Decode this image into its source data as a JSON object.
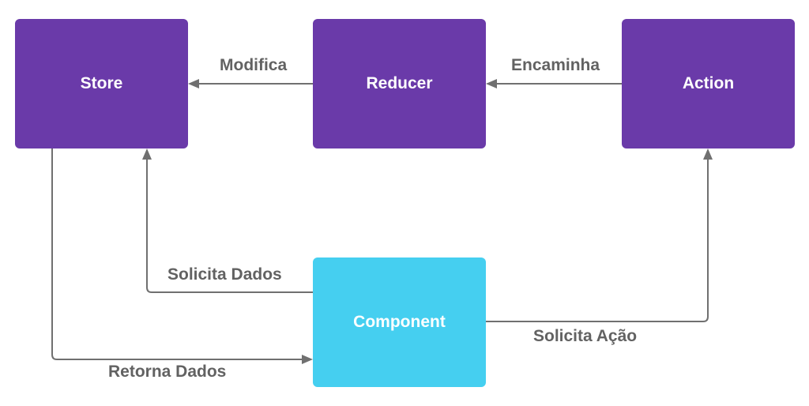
{
  "nodes": {
    "store": "Store",
    "reducer": "Reducer",
    "action": "Action",
    "component": "Component"
  },
  "edges": {
    "reducer_to_store": "Modifica",
    "action_to_reducer": "Encaminha",
    "component_to_store": "Solicita Dados",
    "component_to_action": "Solicita Ação",
    "store_to_component": "Retorna Dados"
  },
  "colors": {
    "node_primary": "#6a3aa9",
    "node_component": "#45cff0",
    "edge_line": "#707070",
    "edge_label": "#626262",
    "node_text": "#ffffff"
  }
}
